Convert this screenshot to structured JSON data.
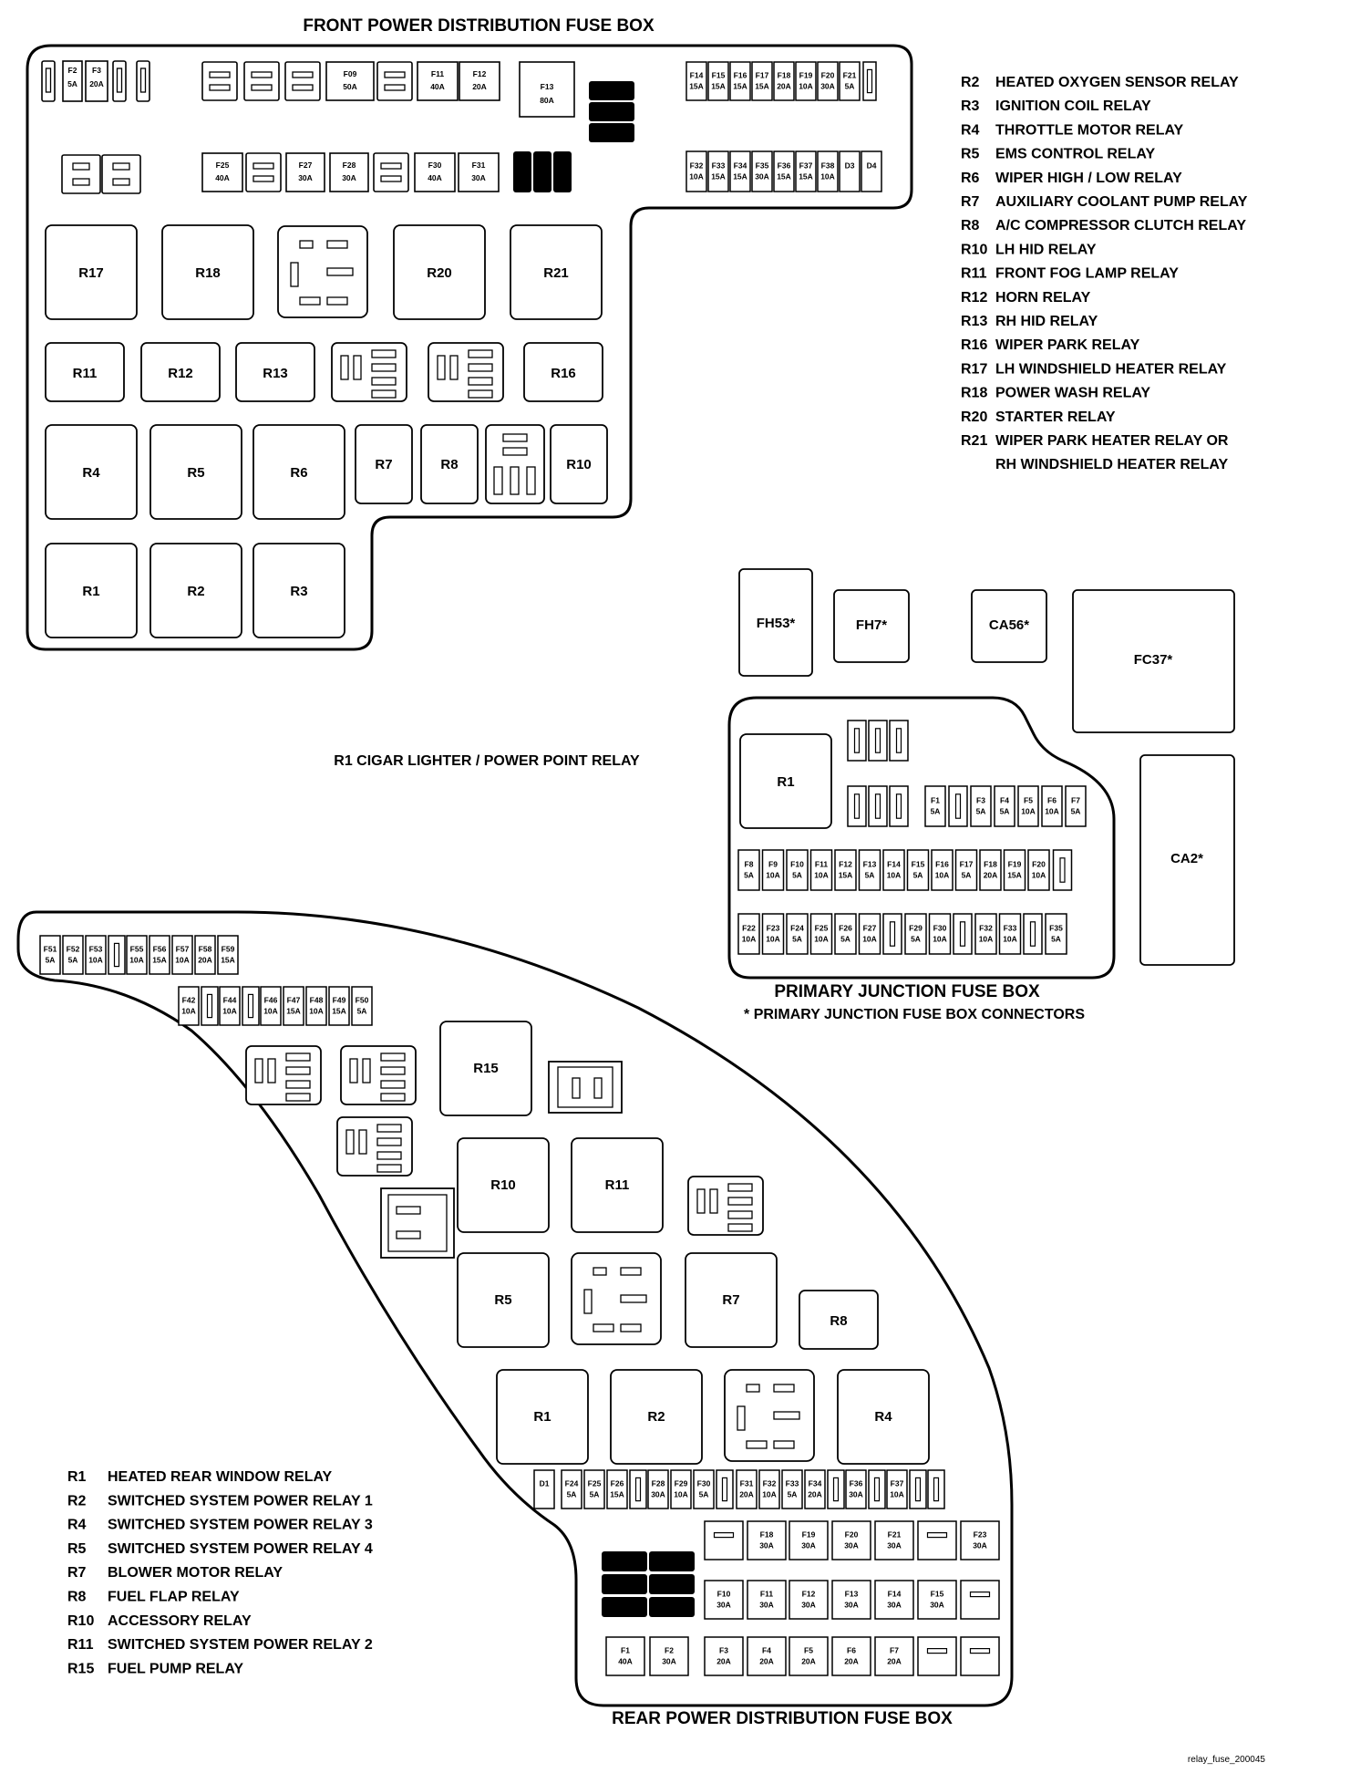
{
  "titles": {
    "front": "FRONT POWER DISTRIBUTION FUSE BOX",
    "primary": "PRIMARY JUNCTION FUSE BOX",
    "primary_note": "* PRIMARY JUNCTION FUSE BOX CONNECTORS",
    "rear": "REAR POWER DISTRIBUTION FUSE BOX",
    "r1_note": "R1 CIGAR LIGHTER / POWER POINT RELAY",
    "file_id": "relay_fuse_200045"
  },
  "front_legend": [
    {
      "code": "R2",
      "desc": "HEATED OXYGEN SENSOR RELAY"
    },
    {
      "code": "R3",
      "desc": "IGNITION COIL RELAY"
    },
    {
      "code": "R4",
      "desc": "THROTTLE MOTOR RELAY"
    },
    {
      "code": "R5",
      "desc": "EMS CONTROL RELAY"
    },
    {
      "code": "R6",
      "desc": "WIPER HIGH / LOW RELAY"
    },
    {
      "code": "R7",
      "desc": "AUXILIARY COOLANT PUMP RELAY"
    },
    {
      "code": "R8",
      "desc": "A/C COMPRESSOR CLUTCH RELAY"
    },
    {
      "code": "R10",
      "desc": "LH HID RELAY"
    },
    {
      "code": "R11",
      "desc": "FRONT FOG LAMP RELAY"
    },
    {
      "code": "R12",
      "desc": "HORN RELAY"
    },
    {
      "code": "R13",
      "desc": "RH HID RELAY"
    },
    {
      "code": "R16",
      "desc": "WIPER PARK RELAY"
    },
    {
      "code": "R17",
      "desc": "LH WINDSHIELD HEATER RELAY"
    },
    {
      "code": "R18",
      "desc": "POWER WASH RELAY"
    },
    {
      "code": "R20",
      "desc": "STARTER RELAY"
    },
    {
      "code": "R21",
      "desc": "WIPER PARK HEATER RELAY OR"
    },
    {
      "code": "",
      "desc": "RH WINDSHIELD HEATER RELAY"
    }
  ],
  "rear_legend": [
    {
      "code": "R1",
      "desc": "HEATED REAR WINDOW RELAY"
    },
    {
      "code": "R2",
      "desc": "SWITCHED SYSTEM POWER RELAY 1"
    },
    {
      "code": "R4",
      "desc": "SWITCHED SYSTEM POWER RELAY 3"
    },
    {
      "code": "R5",
      "desc": "SWITCHED SYSTEM POWER RELAY 4"
    },
    {
      "code": "R7",
      "desc": "BLOWER MOTOR RELAY"
    },
    {
      "code": "R8",
      "desc": "FUEL FLAP RELAY"
    },
    {
      "code": "R10",
      "desc": "ACCESSORY RELAY"
    },
    {
      "code": "R11",
      "desc": "SWITCHED SYSTEM POWER RELAY 2"
    },
    {
      "code": "R15",
      "desc": "FUEL PUMP RELAY"
    }
  ],
  "front_relays": [
    "R17",
    "R18",
    "R20",
    "R21",
    "R11",
    "R12",
    "R13",
    "R16",
    "R4",
    "R5",
    "R6",
    "R7",
    "R8",
    "R10",
    "R1",
    "R2",
    "R3"
  ],
  "front_fuses_top": [
    {
      "id": "F2",
      "amp": "5A"
    },
    {
      "id": "F3",
      "amp": "20A"
    },
    {
      "id": "F09",
      "amp": "50A"
    },
    {
      "id": "F11",
      "amp": "40A"
    },
    {
      "id": "F12",
      "amp": "20A"
    },
    {
      "id": "F13",
      "amp": "80A"
    },
    {
      "id": "F14",
      "amp": "15A"
    },
    {
      "id": "F15",
      "amp": "15A"
    },
    {
      "id": "F16",
      "amp": "15A"
    },
    {
      "id": "F17",
      "amp": "15A"
    },
    {
      "id": "F18",
      "amp": "20A"
    },
    {
      "id": "F19",
      "amp": "10A"
    },
    {
      "id": "F20",
      "amp": "30A"
    },
    {
      "id": "F21",
      "amp": "5A"
    }
  ],
  "front_fuses_mid": [
    {
      "id": "F25",
      "amp": "40A"
    },
    {
      "id": "F27",
      "amp": "30A"
    },
    {
      "id": "F28",
      "amp": "30A"
    },
    {
      "id": "F30",
      "amp": "40A"
    },
    {
      "id": "F31",
      "amp": "30A"
    },
    {
      "id": "F32",
      "amp": "10A"
    },
    {
      "id": "F33",
      "amp": "15A"
    },
    {
      "id": "F34",
      "amp": "15A"
    },
    {
      "id": "F35",
      "amp": "30A"
    },
    {
      "id": "F36",
      "amp": "15A"
    },
    {
      "id": "F37",
      "amp": "15A"
    },
    {
      "id": "F38",
      "amp": "10A"
    },
    {
      "id": "D3",
      "amp": ""
    },
    {
      "id": "D4",
      "amp": ""
    }
  ],
  "connectors": [
    "FH53*",
    "FH7*",
    "CA56*",
    "FC37*",
    "CA2*"
  ],
  "primary_relay": "R1",
  "primary_row1": [
    {
      "id": "F1",
      "amp": "5A"
    },
    {
      "id": "F3",
      "amp": "5A"
    },
    {
      "id": "F4",
      "amp": "5A"
    },
    {
      "id": "F5",
      "amp": "10A"
    },
    {
      "id": "F6",
      "amp": "10A"
    },
    {
      "id": "F7",
      "amp": "5A"
    }
  ],
  "primary_row2": [
    {
      "id": "F8",
      "amp": "5A"
    },
    {
      "id": "F9",
      "amp": "10A"
    },
    {
      "id": "F10",
      "amp": "5A"
    },
    {
      "id": "F11",
      "amp": "10A"
    },
    {
      "id": "F12",
      "amp": "15A"
    },
    {
      "id": "F13",
      "amp": "5A"
    },
    {
      "id": "F14",
      "amp": "10A"
    },
    {
      "id": "F15",
      "amp": "5A"
    },
    {
      "id": "F16",
      "amp": "10A"
    },
    {
      "id": "F17",
      "amp": "5A"
    },
    {
      "id": "F18",
      "amp": "20A"
    },
    {
      "id": "F19",
      "amp": "15A"
    },
    {
      "id": "F20",
      "amp": "10A"
    }
  ],
  "primary_row3": [
    {
      "id": "F22",
      "amp": "10A"
    },
    {
      "id": "F23",
      "amp": "10A"
    },
    {
      "id": "F24",
      "amp": "5A"
    },
    {
      "id": "F25",
      "amp": "10A"
    },
    {
      "id": "F26",
      "amp": "5A"
    },
    {
      "id": "F27",
      "amp": "10A"
    },
    {
      "id": "F29",
      "amp": "5A"
    },
    {
      "id": "F30",
      "amp": "10A"
    },
    {
      "id": "F32",
      "amp": "10A"
    },
    {
      "id": "F33",
      "amp": "10A"
    },
    {
      "id": "F35",
      "amp": "5A"
    }
  ],
  "rear_relays": [
    "R15",
    "R10",
    "R11",
    "R5",
    "R7",
    "R8",
    "R1",
    "R2",
    "R4"
  ],
  "rear_fuses_top": [
    {
      "id": "F51",
      "amp": "5A"
    },
    {
      "id": "F52",
      "amp": "5A"
    },
    {
      "id": "F53",
      "amp": "10A"
    },
    {
      "id": "F55",
      "amp": "10A"
    },
    {
      "id": "F56",
      "amp": "15A"
    },
    {
      "id": "F57",
      "amp": "10A"
    },
    {
      "id": "F58",
      "amp": "20A"
    },
    {
      "id": "F59",
      "amp": "15A"
    }
  ],
  "rear_fuses_second": [
    {
      "id": "F42",
      "amp": "10A"
    },
    {
      "id": "F44",
      "amp": "10A"
    },
    {
      "id": "F46",
      "amp": "10A"
    },
    {
      "id": "F47",
      "amp": "15A"
    },
    {
      "id": "F48",
      "amp": "10A"
    },
    {
      "id": "F49",
      "amp": "15A"
    },
    {
      "id": "F50",
      "amp": "5A"
    }
  ],
  "rear_fuses_row_a": [
    {
      "id": "D1",
      "amp": ""
    },
    {
      "id": "F24",
      "amp": "5A"
    },
    {
      "id": "F25",
      "amp": "5A"
    },
    {
      "id": "F26",
      "amp": "15A"
    },
    {
      "id": "F28",
      "amp": "30A"
    },
    {
      "id": "F29",
      "amp": "10A"
    },
    {
      "id": "F30",
      "amp": "5A"
    },
    {
      "id": "F31",
      "amp": "20A"
    },
    {
      "id": "F32",
      "amp": "10A"
    },
    {
      "id": "F33",
      "amp": "5A"
    },
    {
      "id": "F34",
      "amp": "20A"
    },
    {
      "id": "F36",
      "amp": "30A"
    },
    {
      "id": "F37",
      "amp": "10A"
    }
  ],
  "rear_fuses_row_b": [
    {
      "id": "F18",
      "amp": "30A"
    },
    {
      "id": "F19",
      "amp": "30A"
    },
    {
      "id": "F20",
      "amp": "30A"
    },
    {
      "id": "F21",
      "amp": "30A"
    },
    {
      "id": "F23",
      "amp": "30A"
    }
  ],
  "rear_fuses_row_c": [
    {
      "id": "F10",
      "amp": "30A"
    },
    {
      "id": "F11",
      "amp": "30A"
    },
    {
      "id": "F12",
      "amp": "30A"
    },
    {
      "id": "F13",
      "amp": "30A"
    },
    {
      "id": "F14",
      "amp": "30A"
    },
    {
      "id": "F15",
      "amp": "30A"
    }
  ],
  "rear_fuses_row_d": [
    {
      "id": "F1",
      "amp": "40A"
    },
    {
      "id": "F2",
      "amp": "30A"
    },
    {
      "id": "F3",
      "amp": "20A"
    },
    {
      "id": "F4",
      "amp": "20A"
    },
    {
      "id": "F5",
      "amp": "20A"
    },
    {
      "id": "F6",
      "amp": "20A"
    },
    {
      "id": "F7",
      "amp": "20A"
    }
  ]
}
